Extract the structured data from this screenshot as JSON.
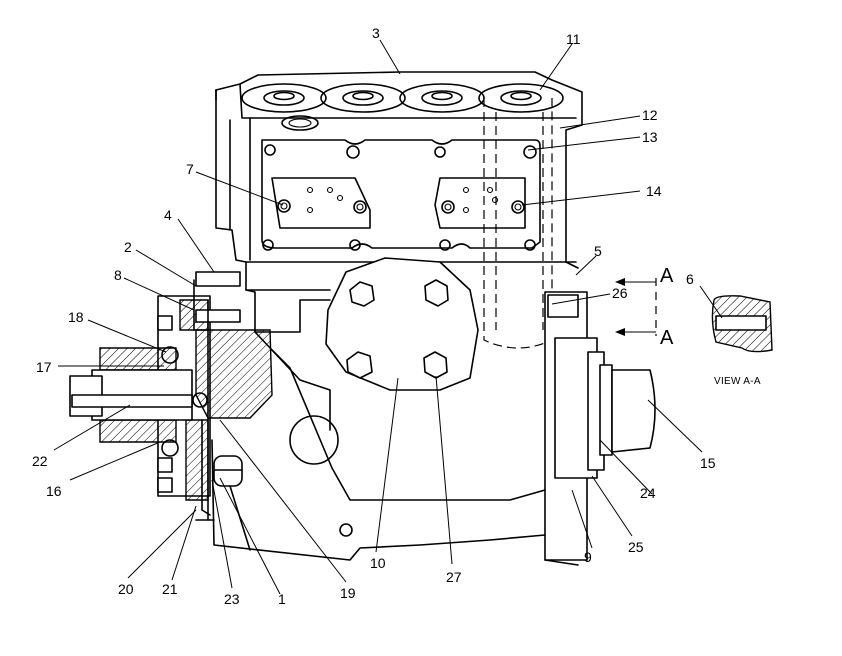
{
  "callouts": {
    "c1": "1",
    "c2": "2",
    "c3": "3",
    "c4": "4",
    "c5": "5",
    "c6": "6",
    "c7": "7",
    "c8": "8",
    "c9": "9",
    "c10": "10",
    "c11": "11",
    "c12": "12",
    "c13": "13",
    "c14": "14",
    "c15": "15",
    "c16": "16",
    "c17": "17",
    "c18": "18",
    "c19": "19",
    "c20": "20",
    "c21": "21",
    "c22": "22",
    "c23": "23",
    "c24": "24",
    "c25": "25",
    "c26": "26",
    "c27": "27"
  },
  "section_arrows": {
    "top": "A",
    "bottom": "A"
  },
  "view_label": "VIEW A-A"
}
